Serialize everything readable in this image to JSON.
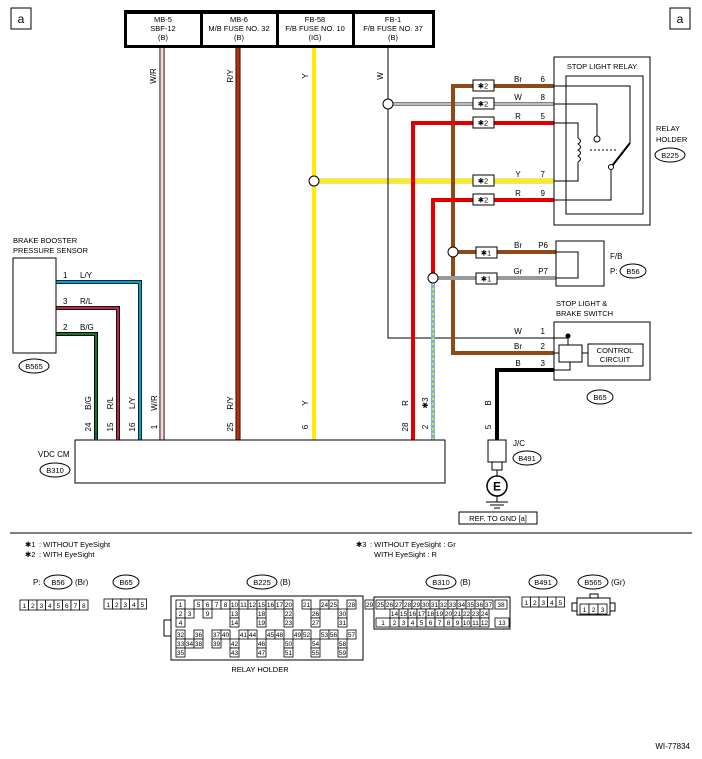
{
  "corner_labels": {
    "left": "a",
    "right": "a"
  },
  "fuses": [
    {
      "line1": "MB-5",
      "line2": "SBF-12",
      "line3": "(B)"
    },
    {
      "line1": "MB-6",
      "line2": "M/B FUSE NO. 32",
      "line3": "(B)"
    },
    {
      "line1": "FB-58",
      "line2": "F/B FUSE NO. 10",
      "line3": "(IG)"
    },
    {
      "line1": "FB-1",
      "line2": "F/B FUSE NO. 37",
      "line3": "(B)"
    }
  ],
  "wire_colors": {
    "W/R": "#e8b8b8",
    "R/Y": "#b3320d",
    "Y": "#ffee00",
    "W": "#ffffff",
    "Br": "#8b4a16",
    "R": "#e00000",
    "Gr": "#9a9a9a",
    "B": "#000000",
    "L/Y": "#00a0d0",
    "R/L": "#b03040",
    "B/G": "#0a7a2a",
    "star3": "#7fb0e0"
  },
  "wire_labels": {
    "wr_top": "W/R",
    "ry_top": "R/Y",
    "y_top": "Y",
    "w_top": "W",
    "wr_bot": "W/R",
    "ry_bot": "R/Y",
    "y_bot": "Y",
    "bg_bot": "B/G",
    "rl_bot": "R/L",
    "ly_bot": "L/Y",
    "r_bot": "R",
    "star3_bot": "✱3",
    "b_bot": "B"
  },
  "relay": {
    "title": "STOP LIGHT RELAY",
    "holder_line1": "RELAY",
    "holder_line2": "HOLDER",
    "connector": "B225",
    "pins": [
      {
        "color": "Br",
        "pin": "6",
        "mark": "✱2"
      },
      {
        "color": "W",
        "pin": "8",
        "mark": "✱2"
      },
      {
        "color": "R",
        "pin": "5",
        "mark": "✱2"
      },
      {
        "color": "Y",
        "pin": "7",
        "mark": "✱2"
      },
      {
        "color": "R",
        "pin": "9",
        "mark": "✱2"
      }
    ]
  },
  "fb_connector": {
    "line1": "F/B",
    "prefix": "P:",
    "connector": "B56",
    "pins": [
      {
        "color": "Br",
        "pin": "P6",
        "mark": "✱1"
      },
      {
        "color": "Gr",
        "pin": "P7",
        "mark": "✱1"
      }
    ]
  },
  "booster": {
    "line1": "BRAKE BOOSTER",
    "line2": "PRESSURE SENSOR",
    "connector": "B565",
    "pins": [
      {
        "pin": "1",
        "color": "L/Y"
      },
      {
        "pin": "3",
        "color": "R/L"
      },
      {
        "pin": "2",
        "color": "B/G"
      }
    ]
  },
  "stop_switch": {
    "line1": "STOP LIGHT &",
    "line2": "BRAKE SWITCH",
    "circuit1": "CONTROL",
    "circuit2": "CIRCUIT",
    "connector": "B65",
    "pins": [
      {
        "color": "W",
        "pin": "1"
      },
      {
        "color": "Br",
        "pin": "2"
      },
      {
        "color": "B",
        "pin": "3"
      }
    ]
  },
  "vdc": {
    "label": "VDC CM",
    "connector": "B310",
    "pins": [
      "24",
      "15",
      "16",
      "1",
      "25",
      "6",
      "28",
      "2"
    ]
  },
  "jc": {
    "label": "J/C",
    "connector": "B491",
    "pin": "5",
    "ground_symbol": "E",
    "ref": "REF. TO GND  [a]"
  },
  "notes": [
    {
      "mark": "✱1",
      "text": ": WITHOUT EyeSight"
    },
    {
      "mark": "✱2",
      "text": ": WITH EyeSight"
    },
    {
      "mark": "✱3",
      "text": ": WITHOUT EyeSight : Gr"
    },
    {
      "mark": "",
      "text": "WITH EyeSight : R"
    }
  ],
  "connector_views": {
    "b56": {
      "prefix": "P:",
      "name": "B56",
      "suffix": "(Br)",
      "pins": [
        "1",
        "2",
        "3",
        "4",
        "5",
        "6",
        "7",
        "8"
      ]
    },
    "b65": {
      "name": "B65",
      "pins": [
        "1",
        "2",
        "3",
        "4",
        "5"
      ]
    },
    "b225": {
      "name": "B225",
      "suffix": "(B)",
      "caption": "RELAY HOLDER",
      "rows": [
        [
          "1",
          "",
          "5",
          "6",
          "7",
          "8",
          "10",
          "11",
          "12",
          "15",
          "16",
          "17",
          "20",
          "",
          "21",
          "",
          "24",
          "25",
          "",
          "28",
          "",
          "29"
        ],
        [
          "2",
          "3",
          "",
          "9",
          "",
          "",
          "13",
          "",
          "",
          "18",
          "",
          "",
          "22",
          "",
          "",
          "26",
          "",
          "",
          "30"
        ],
        [
          "4",
          "",
          "",
          "",
          "",
          "",
          "14",
          "",
          "",
          "19",
          "",
          "",
          "23",
          "",
          "",
          "27",
          "",
          "",
          "31"
        ],
        [
          "32",
          "",
          "36",
          "",
          "37",
          "40",
          "",
          "41",
          "44",
          "",
          "45",
          "48",
          "",
          "49",
          "52",
          "",
          "53",
          "56",
          "",
          "57"
        ],
        [
          "33",
          "34",
          "38",
          "",
          "39",
          "",
          "42",
          "",
          "",
          "46",
          "",
          "",
          "50",
          "",
          "",
          "54",
          "",
          "",
          "58"
        ],
        [
          "35",
          "",
          "",
          "",
          "",
          "",
          "43",
          "",
          "",
          "47",
          "",
          "",
          "51",
          "",
          "",
          "55",
          "",
          "",
          "59"
        ]
      ]
    },
    "b310": {
      "name": "B310",
      "suffix": "(B)",
      "rows": [
        [
          "25",
          "26",
          "27",
          "28",
          "29",
          "30",
          "31",
          "32",
          "33",
          "34",
          "35",
          "36",
          "37",
          "38"
        ],
        [
          "14",
          "15",
          "16",
          "17",
          "18",
          "19",
          "20",
          "21",
          "22",
          "23",
          "24"
        ],
        [
          "1",
          "2",
          "3",
          "4",
          "5",
          "6",
          "7",
          "8",
          "9",
          "10",
          "11",
          "12",
          "13"
        ]
      ]
    },
    "b491": {
      "name": "B491",
      "pins": [
        "1",
        "2",
        "3",
        "4",
        "5"
      ]
    },
    "b565": {
      "name": "B565",
      "suffix": "(Gr)",
      "pins": [
        "1",
        "2",
        "3"
      ]
    }
  },
  "figure_id": "WI-77834"
}
